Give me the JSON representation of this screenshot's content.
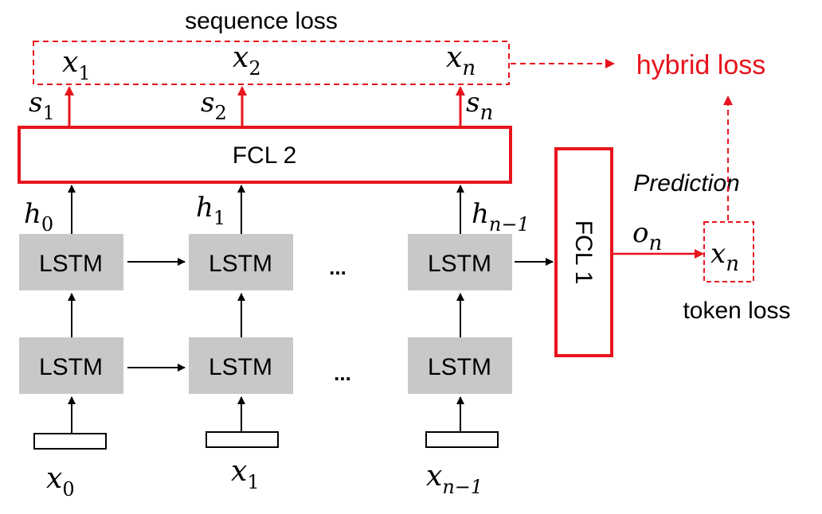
{
  "diagram": {
    "title_sequence_loss": "sequence loss",
    "hybrid_loss": "hybrid loss",
    "token_loss": "token loss",
    "prediction_label": "Prediction",
    "fcl2_label": "FCL 2",
    "fcl1_label": "FCL 1",
    "lstm_label": "LSTM",
    "ellipsis": "...",
    "outputs": [
      {
        "base": "x",
        "sub": "1"
      },
      {
        "base": "x",
        "sub": "2"
      },
      {
        "base": "x",
        "sub": "n"
      }
    ],
    "scores": [
      {
        "base": "s",
        "sub": "1"
      },
      {
        "base": "s",
        "sub": "2"
      },
      {
        "base": "s",
        "sub": "n"
      }
    ],
    "hidden": [
      {
        "base": "h",
        "sub": "0"
      },
      {
        "base": "h",
        "sub": "1"
      },
      {
        "base": "h",
        "sub": "n−1"
      }
    ],
    "inputs": [
      {
        "base": "x",
        "sub": "0"
      },
      {
        "base": "x",
        "sub": "1"
      },
      {
        "base": "x",
        "sub": "n−1"
      }
    ],
    "fcl1_output": {
      "base": "o",
      "sub": "n"
    },
    "token_pred": {
      "base": "x",
      "sub": "n"
    },
    "colors": {
      "red": "#e8141c",
      "gray": "#c8c8c8",
      "black": "#000000"
    }
  }
}
